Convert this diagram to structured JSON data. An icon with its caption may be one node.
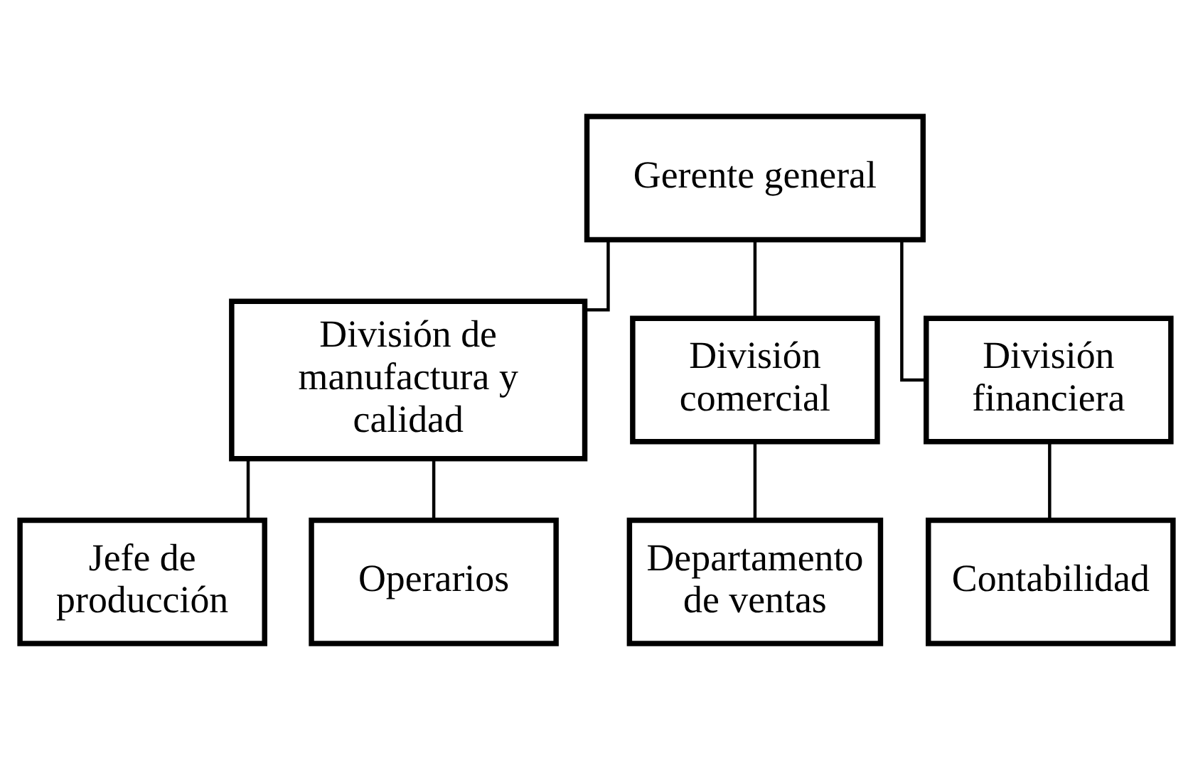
{
  "diagram": {
    "nodes": [
      {
        "text": [
          "Gerente general"
        ]
      },
      {
        "text": [
          "División de manufactura y calidad"
        ]
      },
      {
        "text": [
          "División comercial"
        ]
      },
      {
        "text": [
          "División financiera"
        ]
      },
      {
        "text": [
          "Jefe de producción"
        ]
      },
      {
        "text": [
          "Operarios"
        ]
      },
      {
        "text": [
          "Departamento de ventas"
        ]
      },
      {
        "text": [
          "Contabilidad"
        ]
      }
    ],
    "edges": [
      {
        "from": 0,
        "to": 1,
        "arrow": "none"
      },
      {
        "from": 0,
        "to": 2,
        "arrow": "none"
      },
      {
        "from": 0,
        "to": 3,
        "arrow": "none"
      },
      {
        "from": 1,
        "to": 4,
        "arrow": "none"
      },
      {
        "from": 1,
        "to": 5,
        "arrow": "none"
      },
      {
        "from": 2,
        "to": 6,
        "arrow": "none"
      },
      {
        "from": 3,
        "to": 7,
        "arrow": "none"
      }
    ]
  }
}
